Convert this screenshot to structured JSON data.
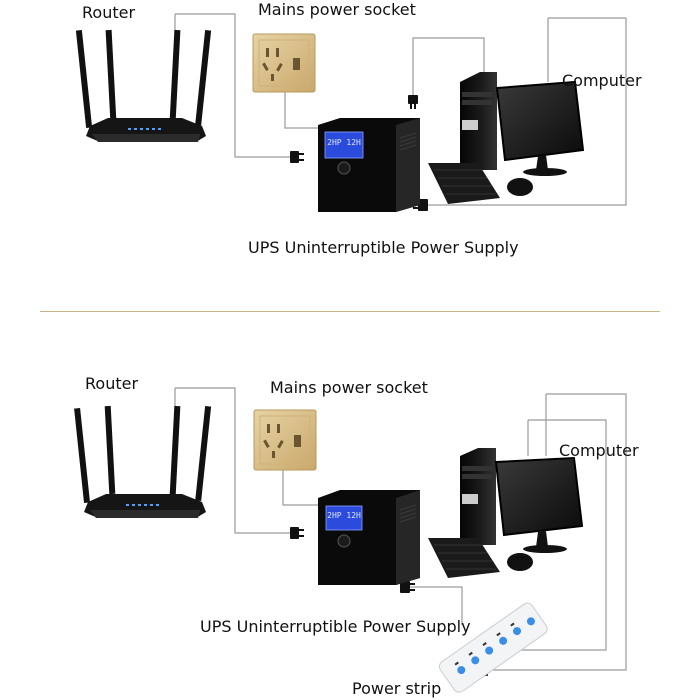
{
  "panels": [
    {
      "labels": {
        "router": "Router",
        "socket": "Mains power socket",
        "computer": "Computer",
        "ups": "UPS Uninterruptible Power Supply"
      },
      "ups_display": "2HP 12H"
    },
    {
      "labels": {
        "router": "Router",
        "socket": "Mains power socket",
        "computer": "Computer",
        "ups": "UPS Uninterruptible Power Supply",
        "strip": "Power strip"
      },
      "ups_display": "2HP 12H"
    }
  ],
  "colors": {
    "wire": "#9a9a9a",
    "divider": "#c9b48a",
    "device_black": "#111111",
    "socket_gold": "#d8bf8a",
    "lcd_blue": "#2a4bdc",
    "strip_white": "#f2f4f6",
    "strip_blue": "#3a8ee6"
  }
}
